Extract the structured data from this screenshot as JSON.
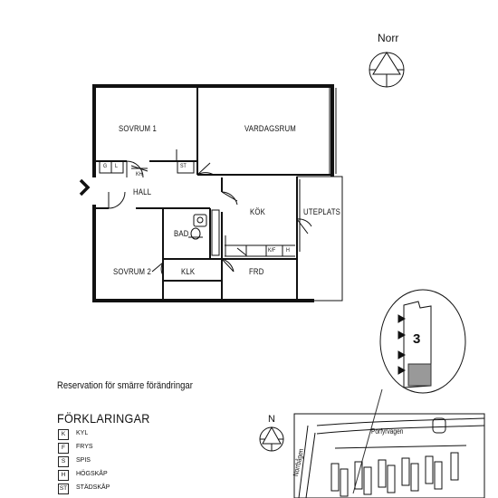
{
  "compass_main": {
    "label": "Norr"
  },
  "compass_site": {
    "label": "N"
  },
  "rooms": {
    "sovrum1": "SOVRUM 1",
    "vardagsrum": "VARDAGSRUM",
    "hall": "HALL",
    "kok": "KÖK",
    "uteplats": "UTEPLATS",
    "bad": "BAD",
    "sovrum2": "SOVRUM 2",
    "klk": "KLK",
    "fro": "FRD"
  },
  "fixtures": {
    "g": "G",
    "l": "L",
    "kh": "KH",
    "st": "ST",
    "kf": "K/F",
    "h": "H"
  },
  "reservation": "Reservation för smärre förändringar",
  "legend": {
    "title": "FÖRKLARINGAR",
    "items": [
      {
        "key": "K",
        "text": "KYL"
      },
      {
        "key": "F",
        "text": "FRYS"
      },
      {
        "key": "S",
        "text": "SPIS"
      },
      {
        "key": "H",
        "text": "HÖGSKÅP"
      },
      {
        "key": "ST",
        "text": "STÄDSKÅP"
      }
    ]
  },
  "unit_number": "3",
  "site_map": {
    "street1": "Porfyrvägen",
    "street2": "Norrbågen"
  }
}
